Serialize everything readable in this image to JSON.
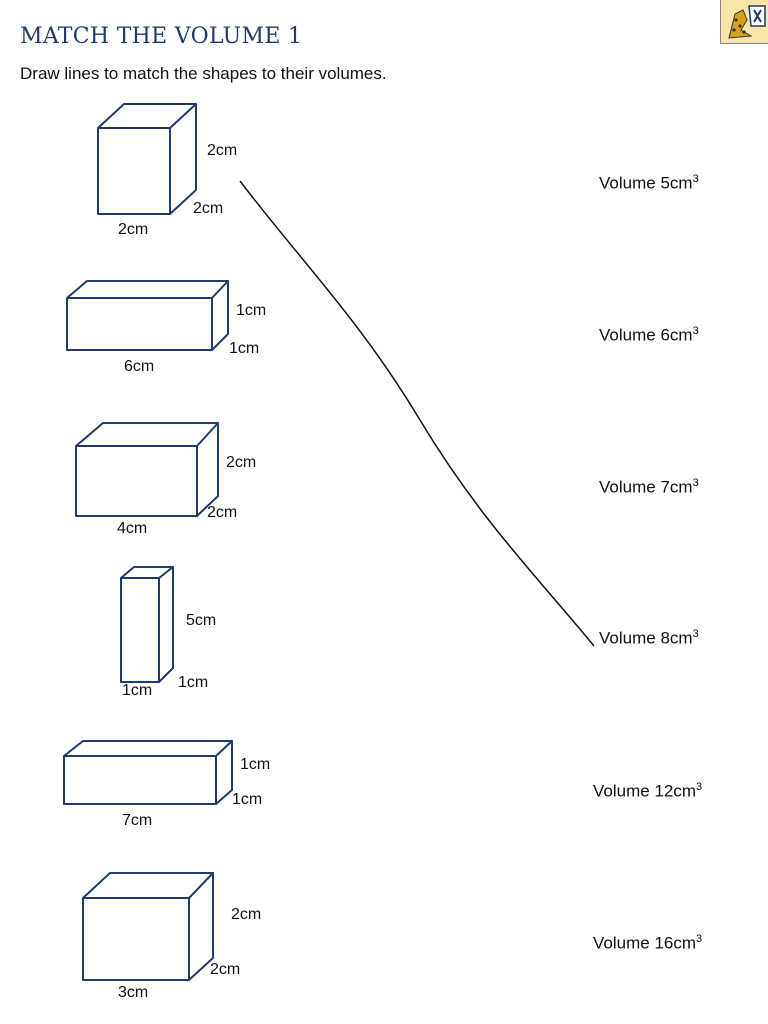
{
  "worksheet": {
    "title": "MATCH THE VOLUME 1",
    "instructions": "Draw lines to match the shapes to their volumes."
  },
  "shapes": [
    {
      "height": "2cm",
      "depth": "2cm",
      "width": "2cm"
    },
    {
      "height": "1cm",
      "depth": "1cm",
      "width": "6cm"
    },
    {
      "height": "2cm",
      "depth": "2cm",
      "width": "4cm"
    },
    {
      "height": "5cm",
      "depth": "1cm",
      "width": "1cm"
    },
    {
      "height": "1cm",
      "depth": "1cm",
      "width": "7cm"
    },
    {
      "height": "2cm",
      "depth": "2cm",
      "width": "3cm"
    }
  ],
  "volumes": [
    {
      "prefix": "Volume ",
      "value": "5cm",
      "exp": "3"
    },
    {
      "prefix": "Volume ",
      "value": "6cm",
      "exp": "3"
    },
    {
      "prefix": "Volume ",
      "value": "7cm",
      "exp": "3"
    },
    {
      "prefix": "Volume ",
      "value": "8cm",
      "exp": "3"
    },
    {
      "prefix": "Volume ",
      "value": "12cm",
      "exp": "3"
    },
    {
      "prefix": "Volume ",
      "value": "16cm",
      "exp": "3"
    }
  ],
  "colors": {
    "title": "#1f3a6b",
    "shape_stroke": "#1f3a6b",
    "match_line": "#111111"
  },
  "logo_icon": "leopard-logo-icon"
}
